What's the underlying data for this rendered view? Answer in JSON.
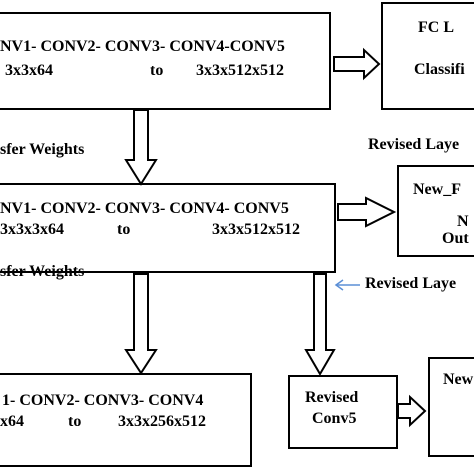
{
  "row1": {
    "layers": "NV1-  CONV2-  CONV3-  CONV4-CONV5",
    "dim_left": "3x3x64",
    "dim_to": "to",
    "dim_right": "3x3x512x512"
  },
  "fc_box": {
    "line1": "FC L",
    "line2": "Classifi"
  },
  "transfer1": "sfer Weights",
  "revised_label_1": "Revised Laye",
  "row2": {
    "layers": "NV1-  CONV2-  CONV3-  CONV4-  CONV5",
    "dim_left": "3x3x3x64",
    "dim_to": "to",
    "dim_right": "3x3x512x512"
  },
  "newfc_box": {
    "line1": "New_F",
    "line2": "N",
    "line3": "Out"
  },
  "transfer2": "sfer Weights",
  "revised_label_2": "Revised Laye",
  "row3": {
    "layers": "1-  CONV2-  CONV3-  CONV4",
    "dim_left": "x64",
    "dim_to": "to",
    "dim_right": "3x3x256x512"
  },
  "conv5_box": {
    "line1": "Revised",
    "line2": "Conv5"
  },
  "new_box": {
    "line1": "New"
  },
  "colors": {
    "stroke": "#000000",
    "pointer": "#5b8fd6"
  }
}
